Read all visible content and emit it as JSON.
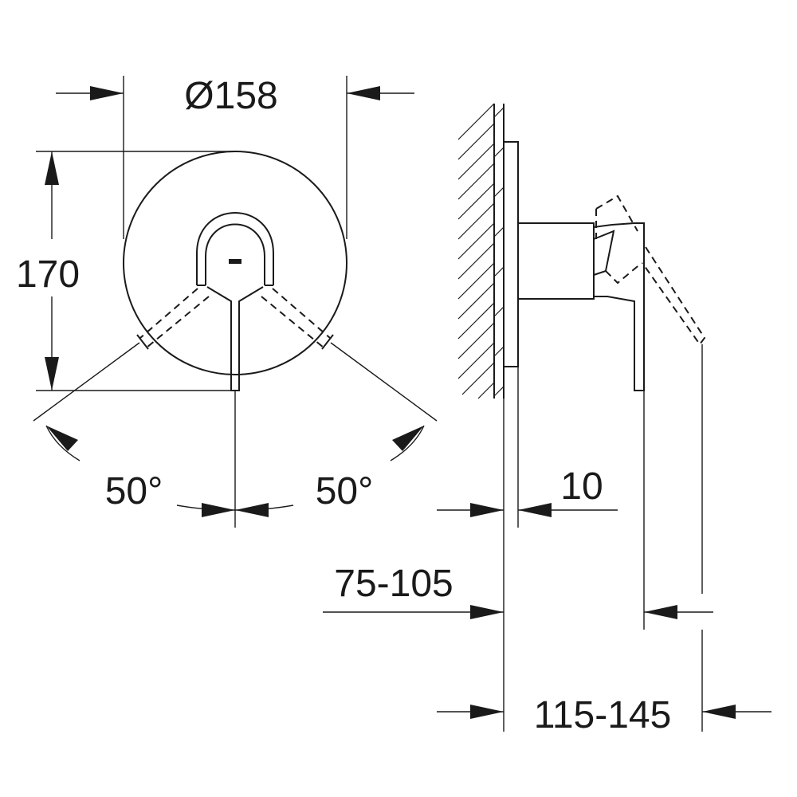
{
  "dimensions": {
    "diameter": "Ø158",
    "height": "170",
    "angle_left": "50°",
    "angle_right": "50°",
    "cover_thickness": "10",
    "wall_depth": "75-105",
    "total_depth": "115-145"
  }
}
